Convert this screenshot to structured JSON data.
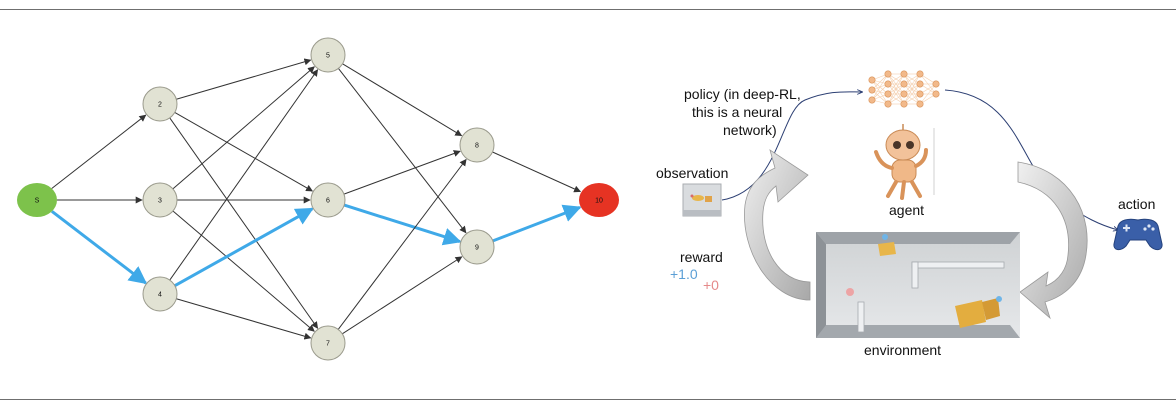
{
  "graph": {
    "nodes": [
      {
        "id": "s",
        "label": "S",
        "role": "start"
      },
      {
        "id": "2",
        "label": "2",
        "role": "mid"
      },
      {
        "id": "3",
        "label": "3",
        "role": "mid"
      },
      {
        "id": "4",
        "label": "4",
        "role": "mid"
      },
      {
        "id": "5",
        "label": "5",
        "role": "mid"
      },
      {
        "id": "6",
        "label": "6",
        "role": "mid"
      },
      {
        "id": "7",
        "label": "7",
        "role": "mid"
      },
      {
        "id": "8",
        "label": "8",
        "role": "mid"
      },
      {
        "id": "9",
        "label": "9",
        "role": "mid"
      },
      {
        "id": "t",
        "label": "10",
        "role": "end"
      }
    ],
    "edges": [
      {
        "from": "s",
        "to": "2",
        "highlight": false
      },
      {
        "from": "s",
        "to": "3",
        "highlight": false
      },
      {
        "from": "s",
        "to": "4",
        "highlight": true
      },
      {
        "from": "2",
        "to": "5",
        "highlight": false
      },
      {
        "from": "2",
        "to": "6",
        "highlight": false
      },
      {
        "from": "2",
        "to": "7",
        "highlight": false
      },
      {
        "from": "3",
        "to": "5",
        "highlight": false
      },
      {
        "from": "3",
        "to": "6",
        "highlight": false
      },
      {
        "from": "3",
        "to": "7",
        "highlight": false
      },
      {
        "from": "4",
        "to": "5",
        "highlight": false
      },
      {
        "from": "4",
        "to": "6",
        "highlight": true
      },
      {
        "from": "4",
        "to": "7",
        "highlight": false
      },
      {
        "from": "5",
        "to": "8",
        "highlight": false
      },
      {
        "from": "5",
        "to": "9",
        "highlight": false
      },
      {
        "from": "6",
        "to": "8",
        "highlight": false
      },
      {
        "from": "6",
        "to": "9",
        "highlight": true
      },
      {
        "from": "7",
        "to": "8",
        "highlight": false
      },
      {
        "from": "7",
        "to": "9",
        "highlight": false
      },
      {
        "from": "8",
        "to": "t",
        "highlight": false
      },
      {
        "from": "9",
        "to": "t",
        "highlight": true
      }
    ],
    "colors": {
      "start": "#7dc24b",
      "end": "#e63323",
      "node": "#e1e2d3",
      "edge": "#333333",
      "highlight": "#3fa9e8"
    }
  },
  "rl": {
    "policy_line1": "policy (in deep-RL,",
    "policy_line2": "this is a neural",
    "policy_line3": "network)",
    "agent": "agent",
    "observation": "observation",
    "action": "action",
    "reward": "reward",
    "reward_pos": "+1.0",
    "reward_zero": "+0",
    "environment": "environment",
    "colors": {
      "reward_pos": "#5b9fd6",
      "reward_zero": "#e58a8a",
      "robot": "#e0a06a",
      "gamepad": "#3a5fa8",
      "network": "#f2b98a",
      "loop_line": "#2c3f73"
    }
  }
}
